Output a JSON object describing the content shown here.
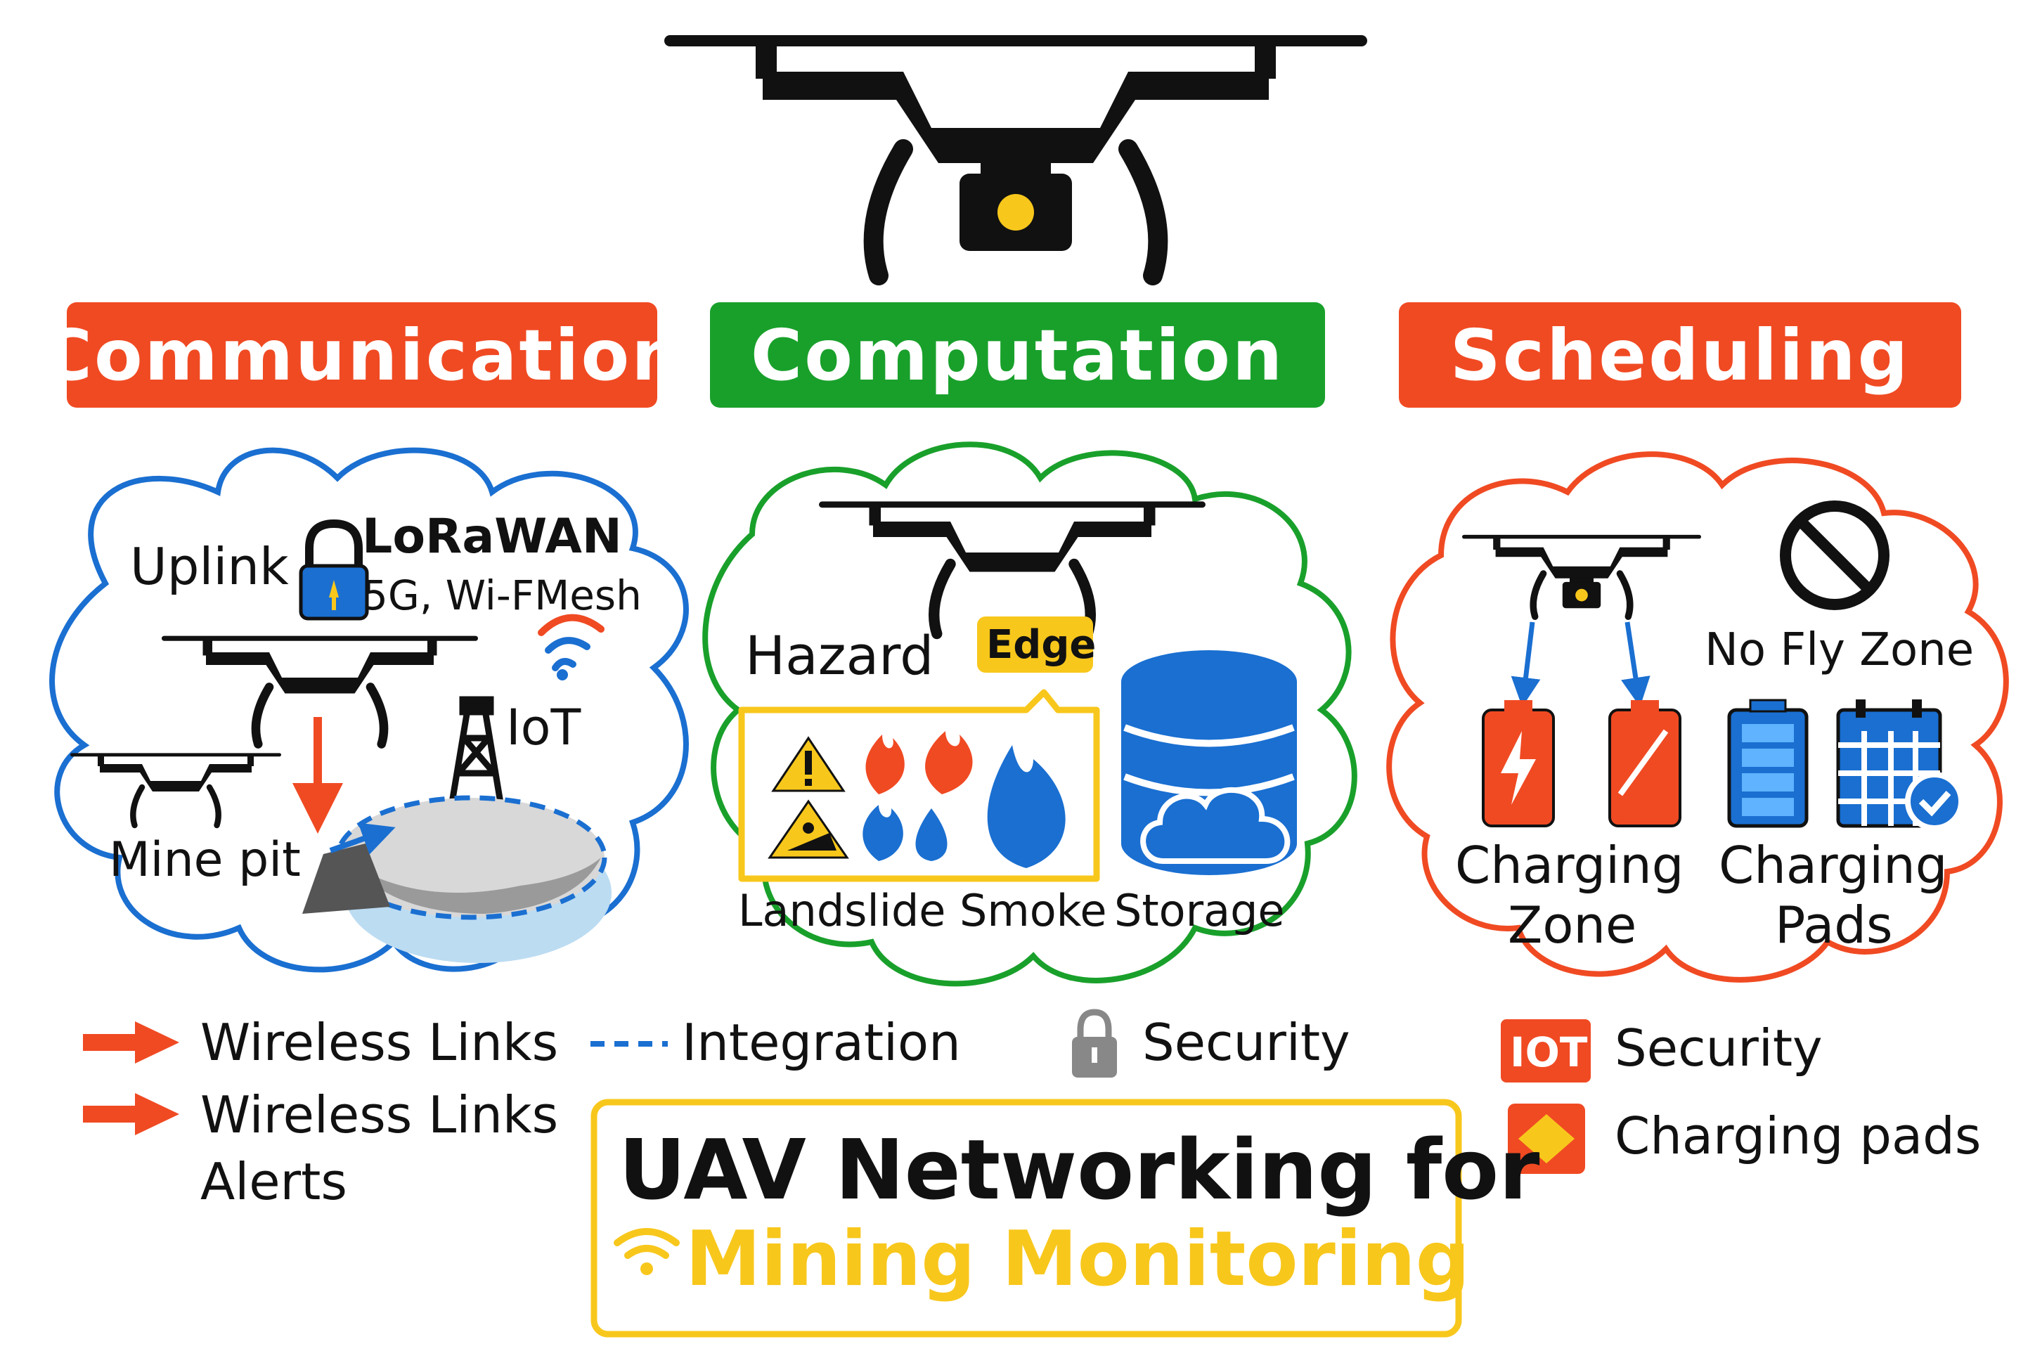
{
  "colors": {
    "red": "#f04a23",
    "green": "#19a02b",
    "blue": "#1a6fd1",
    "yellow": "#f8c71c",
    "black": "#111111"
  },
  "headers": {
    "communication": "Communication",
    "computation": "Computation",
    "scheduling": "Scheduling"
  },
  "communication": {
    "uplink": "Uplink",
    "lorawan": "LoRaWAN",
    "networks": "5G, Wi-FMesh",
    "iot": "IoT",
    "mine_pit": "Mine pit"
  },
  "computation": {
    "hazard": "Hazard",
    "edge": "Edge",
    "landslide": "Landslide",
    "smoke": "Smoke",
    "storage": "Storage"
  },
  "scheduling": {
    "no_fly_zone": "No Fly Zone",
    "charging_zone_1": "Charging",
    "charging_zone_2": "Zone",
    "charging_pads_1": "Charging",
    "charging_pads_2": "Pads"
  },
  "legend": {
    "wireless_links": "Wireless Links",
    "wireless_links_alerts_1": "Wireless Links",
    "wireless_links_alerts_2": "Alerts",
    "integration": "Integration",
    "security": "Security",
    "iot_badge": "IOT",
    "iot_security": "Security",
    "charging_pads": "Charging pads"
  },
  "title": {
    "line1": "UAV Networking for",
    "line2": "Mining Monitoring"
  }
}
